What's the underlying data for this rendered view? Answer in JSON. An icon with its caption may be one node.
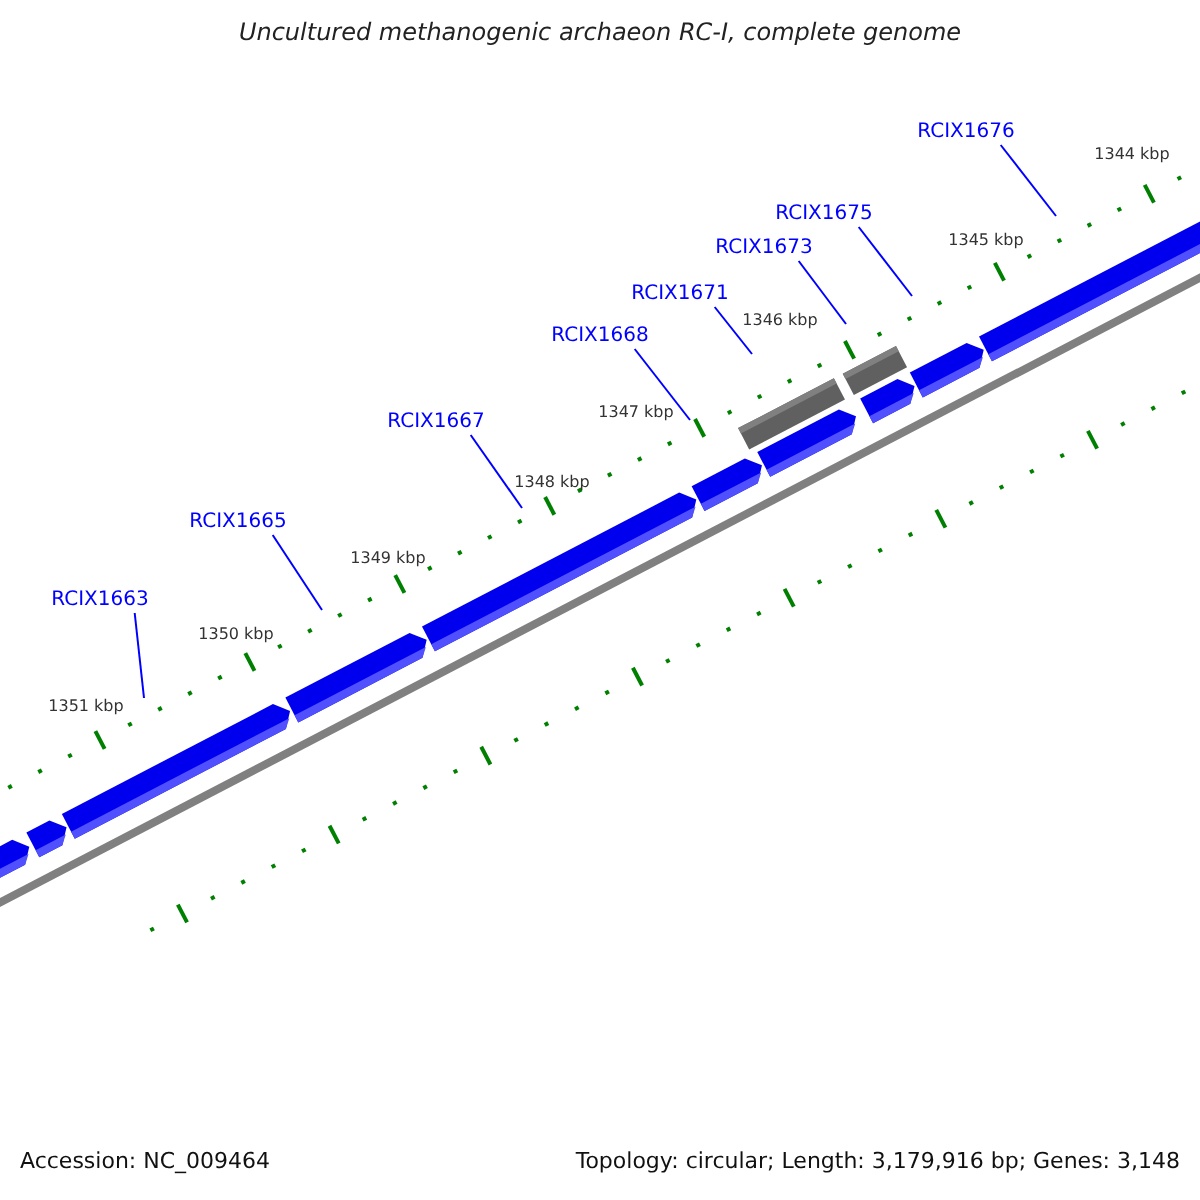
{
  "diagram": {
    "title": "Uncultured methanogenic archaeon RC-I, complete genome",
    "nodes": [
      {
        "text": [
          "RCIX1663"
        ]
      },
      {
        "text": [
          "RCIX1665"
        ]
      },
      {
        "text": [
          "RCIX1667"
        ]
      },
      {
        "text": [
          "RCIX1668"
        ]
      },
      {
        "text": [
          "RCIX1671"
        ]
      },
      {
        "text": [
          "RCIX1673"
        ]
      },
      {
        "text": [
          "RCIX1675"
        ]
      },
      {
        "text": [
          "RCIX1676"
        ]
      }
    ],
    "edges": [
      {
        "from": 0,
        "to": null,
        "arrow": "none"
      },
      {
        "from": 1,
        "to": null,
        "arrow": "none"
      },
      {
        "from": 2,
        "to": null,
        "arrow": "none"
      },
      {
        "from": 3,
        "to": null,
        "arrow": "none"
      },
      {
        "from": 4,
        "to": null,
        "arrow": "none"
      },
      {
        "from": 5,
        "to": null,
        "arrow": "none"
      },
      {
        "from": 6,
        "to": null,
        "arrow": "none"
      },
      {
        "from": 7,
        "to": null,
        "arrow": "none"
      }
    ],
    "labels": [
      "1351 kbp",
      "1350 kbp",
      "1349 kbp",
      "1348 kbp",
      "1347 kbp",
      "1346 kbp",
      "1345 kbp",
      "1344 kbp",
      "Accession: NC_009464",
      "Topology: circular; Length: 3,179,916 bp; Genes: 3,148"
    ]
  }
}
